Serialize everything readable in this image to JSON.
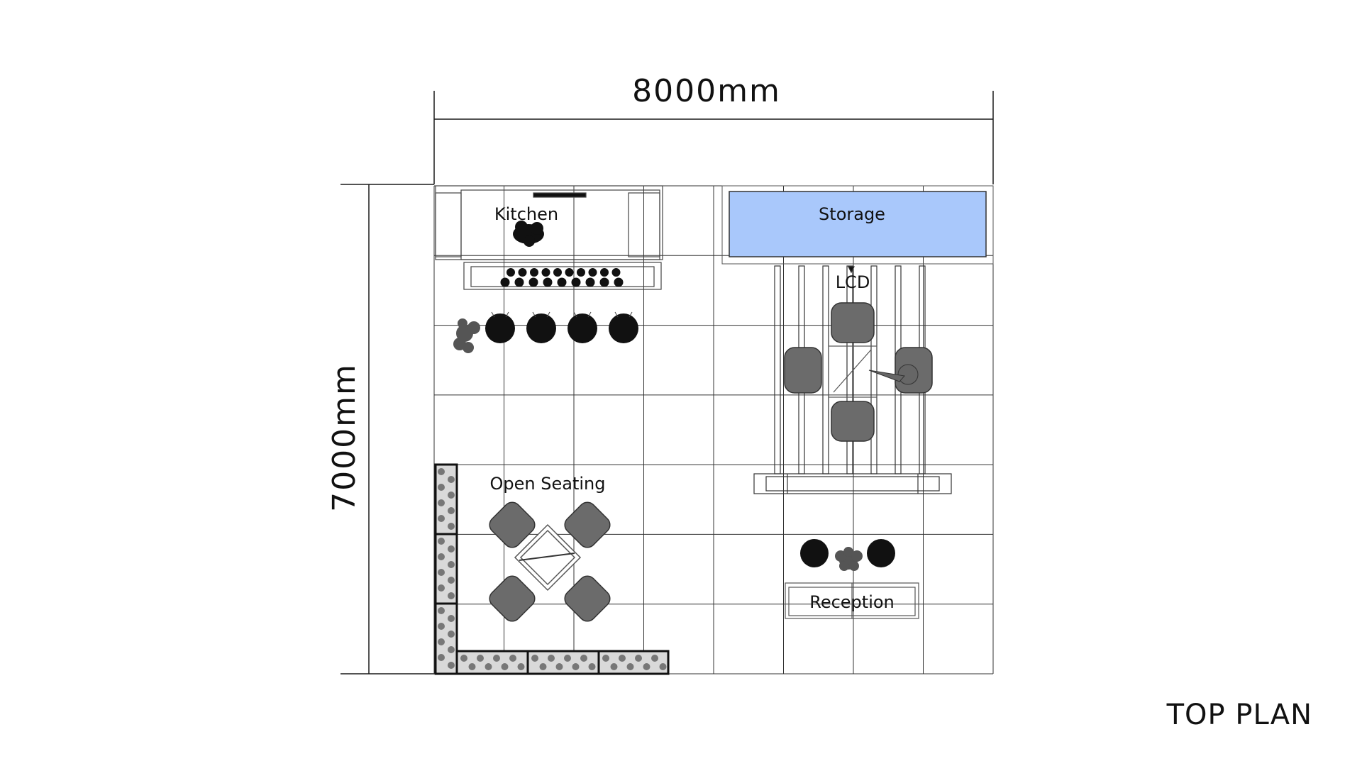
{
  "dimensions": {
    "width_label": "8000mm",
    "height_label": "7000mm"
  },
  "title": "TOP PLAN",
  "rooms": {
    "kitchen": "Kitchen",
    "storage": "Storage",
    "lcd": "LCD",
    "open_seating": "Open Seating",
    "reception": "Reception"
  },
  "colors": {
    "storage_fill": "#a9c8fb",
    "line": "#1a1a1a",
    "furniture_dark": "#111111",
    "furniture_gray": "#6b6b6b"
  }
}
